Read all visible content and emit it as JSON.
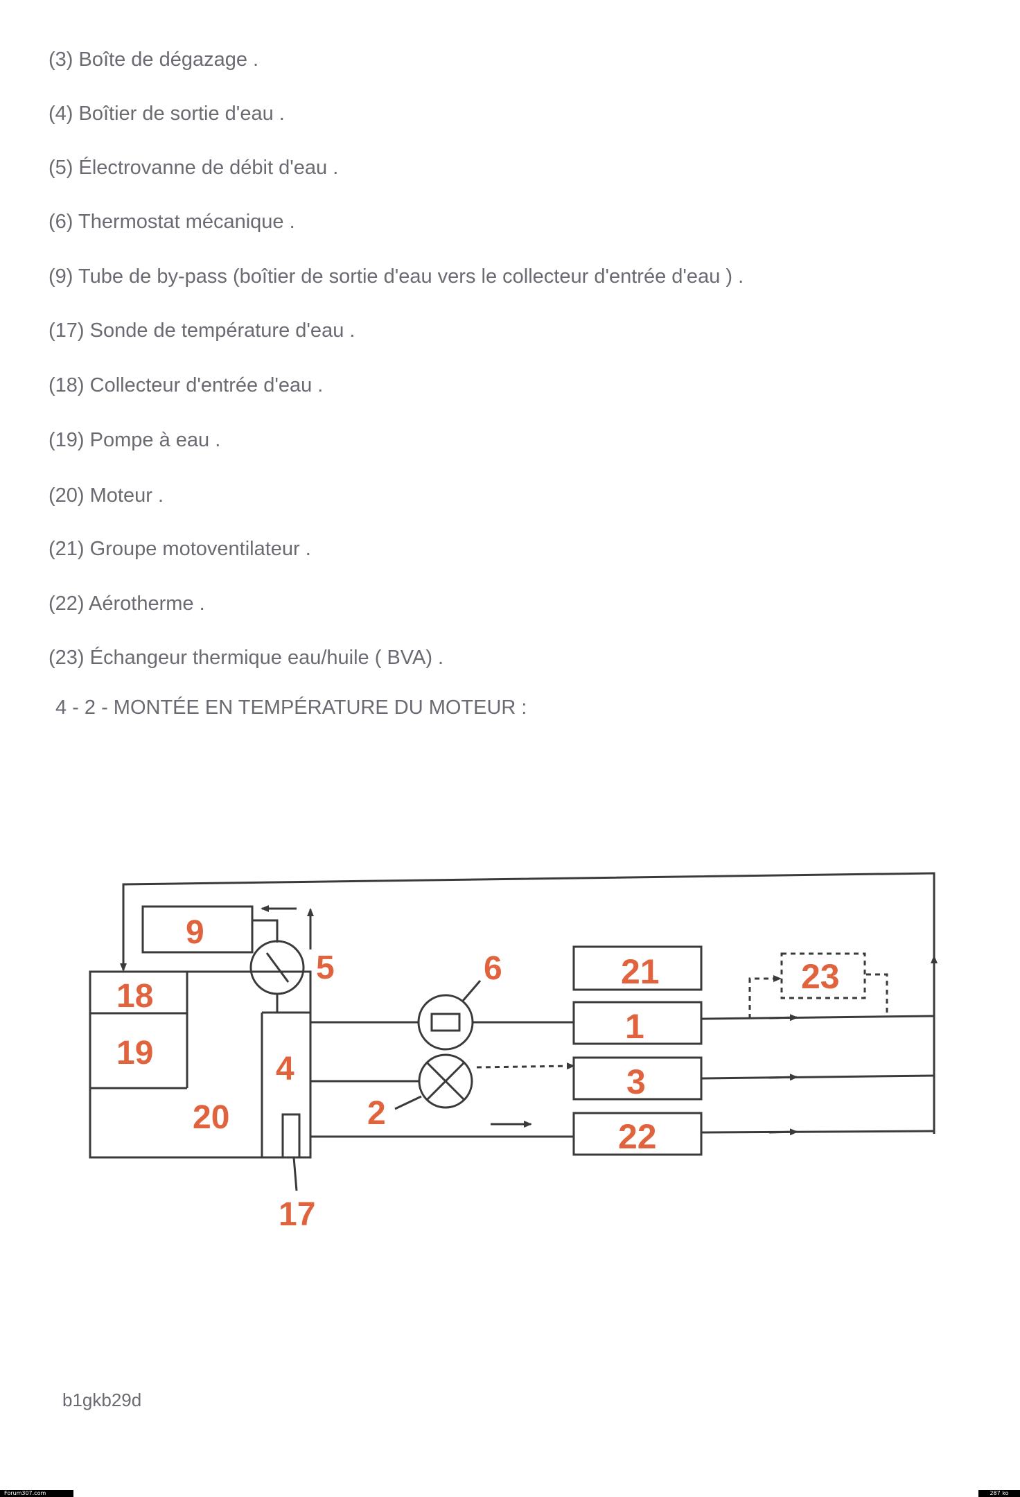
{
  "legend": [
    "(3) Boîte de dégazage .",
    "(4) Boîtier de sortie d'eau .",
    "(5) Électrovanne de débit d'eau .",
    "(6) Thermostat mécanique .",
    "(9) Tube de by-pass (boîtier de sortie d'eau vers le collecteur d'entrée d'eau ) .",
    "(17) Sonde de température d'eau .",
    "(18) Collecteur d'entrée d'eau .",
    "(19) Pompe à eau .",
    "(20) Moteur .",
    "(21) Groupe motoventilateur .",
    "(22) Aérotherme .",
    "(23) Échangeur thermique eau/huile ( BVA) ."
  ],
  "section_title": "4 - 2 - MONTÉE EN TEMPÉRATURE DU MOTEUR :",
  "diagram": {
    "labels": {
      "n9": "9",
      "n5": "5",
      "n6": "6",
      "n21": "21",
      "n23": "23",
      "n18": "18",
      "n19": "19",
      "n20": "20",
      "n4": "4",
      "n1": "1",
      "n3": "3",
      "n22": "22",
      "n2": "2",
      "n17": "17"
    },
    "label_color": "#e0633e",
    "line_color": "#3a3a3a"
  },
  "reference_code": "b1gkb29d",
  "footer": {
    "left": "Forum307.com",
    "right": "287 ko"
  }
}
